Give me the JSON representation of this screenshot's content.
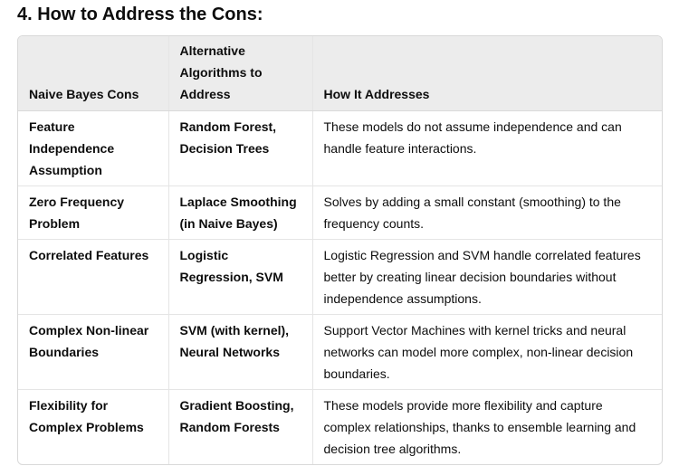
{
  "heading": "4. How to Address the Cons:",
  "table": {
    "headers": [
      "Naive Bayes Cons",
      "Alternative Algorithms to Address",
      "How It Addresses"
    ],
    "rows": [
      {
        "con": "Feature Independence Assumption",
        "alternatives": "Random Forest, Decision Trees",
        "how": "These models do not assume independence and can handle feature interactions."
      },
      {
        "con": "Zero Frequency Problem",
        "alternatives": "Laplace Smoothing (in Naive Bayes)",
        "how": "Solves by adding a small constant (smoothing) to the frequency counts."
      },
      {
        "con": "Correlated Features",
        "alternatives": "Logistic Regression, SVM",
        "how": "Logistic Regression and SVM handle correlated features better by creating linear decision boundaries without independence assumptions."
      },
      {
        "con": "Complex Non-linear Boundaries",
        "alternatives": "SVM (with kernel), Neural Networks",
        "how": "Support Vector Machines with kernel tricks and neural networks can model more complex, non-linear decision boundaries."
      },
      {
        "con": "Flexibility for Complex Problems",
        "alternatives": "Gradient Boosting, Random Forests",
        "how": "These models provide more flexibility and capture complex relationships, thanks to ensemble learning and decision tree algorithms."
      }
    ]
  }
}
